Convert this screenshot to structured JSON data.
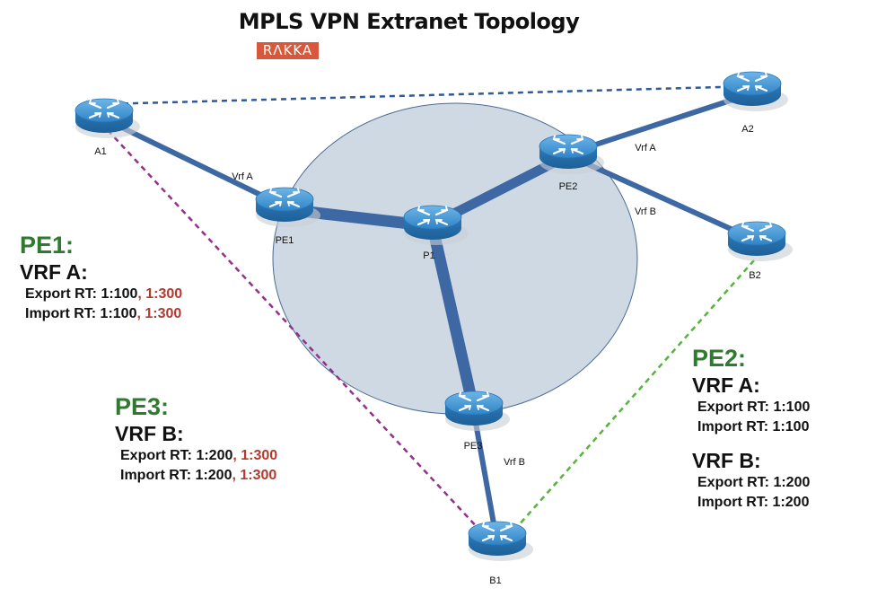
{
  "title": "MPLS VPN Extranet Topology",
  "logo": "RΛKKA",
  "colors": {
    "core_cloud": "#cfd9e4",
    "link": "#3d68a3",
    "dashed_a1_a2": "#2f5a96",
    "dashed_a1_b1": "#952f8c",
    "dashed_b2_b1": "#55b43a",
    "pe_heading": "#2e7a2e",
    "highlight_rt": "#b23a2e",
    "router": "#3d8fcf"
  },
  "routers": [
    {
      "id": "A1",
      "label": "A1",
      "icon": "router-icon"
    },
    {
      "id": "A2",
      "label": "A2",
      "icon": "router-icon"
    },
    {
      "id": "PE1",
      "label": "PE1",
      "icon": "router-icon"
    },
    {
      "id": "P1",
      "label": "P1",
      "icon": "router-icon"
    },
    {
      "id": "PE2",
      "label": "PE2",
      "icon": "router-icon"
    },
    {
      "id": "B2",
      "label": "B2",
      "icon": "router-icon"
    },
    {
      "id": "PE3",
      "label": "PE3",
      "icon": "router-icon"
    },
    {
      "id": "B1",
      "label": "B1",
      "icon": "router-icon"
    }
  ],
  "link_labels": {
    "a1_pe1": "Vrf A",
    "pe2_a2": "Vrf A",
    "pe2_b2": "Vrf B",
    "pe3_b1": "Vrf B"
  },
  "pe1": {
    "heading": "PE1:",
    "vrf_a": {
      "name": "VRF A:",
      "export_prefix": "Export RT: 1:100",
      "export_extra": ", 1:300",
      "import_prefix": "Import RT: 1:100",
      "import_extra": ", 1:300"
    }
  },
  "pe3": {
    "heading": "PE3:",
    "vrf_b": {
      "name": "VRF B:",
      "export_prefix": "Export RT: 1:200",
      "export_extra": ", 1:300",
      "import_prefix": "Import RT: 1:200",
      "import_extra": ", 1:300"
    }
  },
  "pe2": {
    "heading": "PE2:",
    "vrf_a": {
      "name": "VRF A:",
      "export": "Export RT: 1:100",
      "import": "Import RT: 1:100"
    },
    "vrf_b": {
      "name": "VRF B:",
      "export": "Export RT: 1:200",
      "import": "Import RT: 1:200"
    }
  }
}
